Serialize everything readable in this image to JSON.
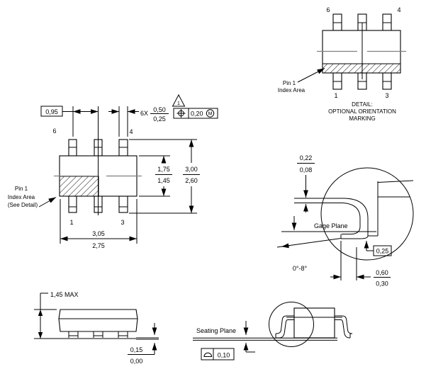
{
  "drawing": {
    "top_detail": {
      "pin_top_left": "6",
      "pin_top_right": "4",
      "pin_bottom_left": "1",
      "pin_bottom_right": "3",
      "pin1_label_line1": "Pin 1",
      "pin1_label_line2": "Index Area",
      "caption_line1": "DETAIL:",
      "caption_line2": "OPTIONAL ORIENTATION",
      "caption_line3": "MARKING"
    },
    "front_view": {
      "pitch_dim": "0,95",
      "lead_count": "6X",
      "lead_width_max": "0,50",
      "lead_width_min": "0,25",
      "flag_note": "1",
      "fcf_tolerance": "0,20",
      "fcf_modifier": "M",
      "pin_top_left": "6",
      "pin_top_right": "4",
      "pin_bottom_left": "1",
      "pin_bottom_right": "3",
      "body_width_max": "1,75",
      "body_width_min": "1,45",
      "overall_width_max": "3,00",
      "overall_width_min": "2,60",
      "body_length_max": "3,05",
      "body_length_min": "2,75",
      "pin1_label_line1": "Pin 1",
      "pin1_label_line2": "Index Area",
      "pin1_label_line3": "(See Detail)"
    },
    "lead_detail": {
      "thickness_max": "0,22",
      "thickness_min": "0,08",
      "gage_plane_label": "Gage Plane",
      "gage_offset": "0,25",
      "foot_angle": "0°-8°",
      "foot_length_max": "0,60",
      "foot_length_min": "0,30"
    },
    "side_view": {
      "height_max": "1,45 MAX",
      "standoff_max": "0,15",
      "standoff_min": "0,00"
    },
    "seating_view": {
      "label": "Seating Plane",
      "flatness_tolerance": "0,10"
    }
  },
  "colors": {
    "line": "#000000",
    "centerline": "#808080",
    "seating_plane": "#808080"
  }
}
